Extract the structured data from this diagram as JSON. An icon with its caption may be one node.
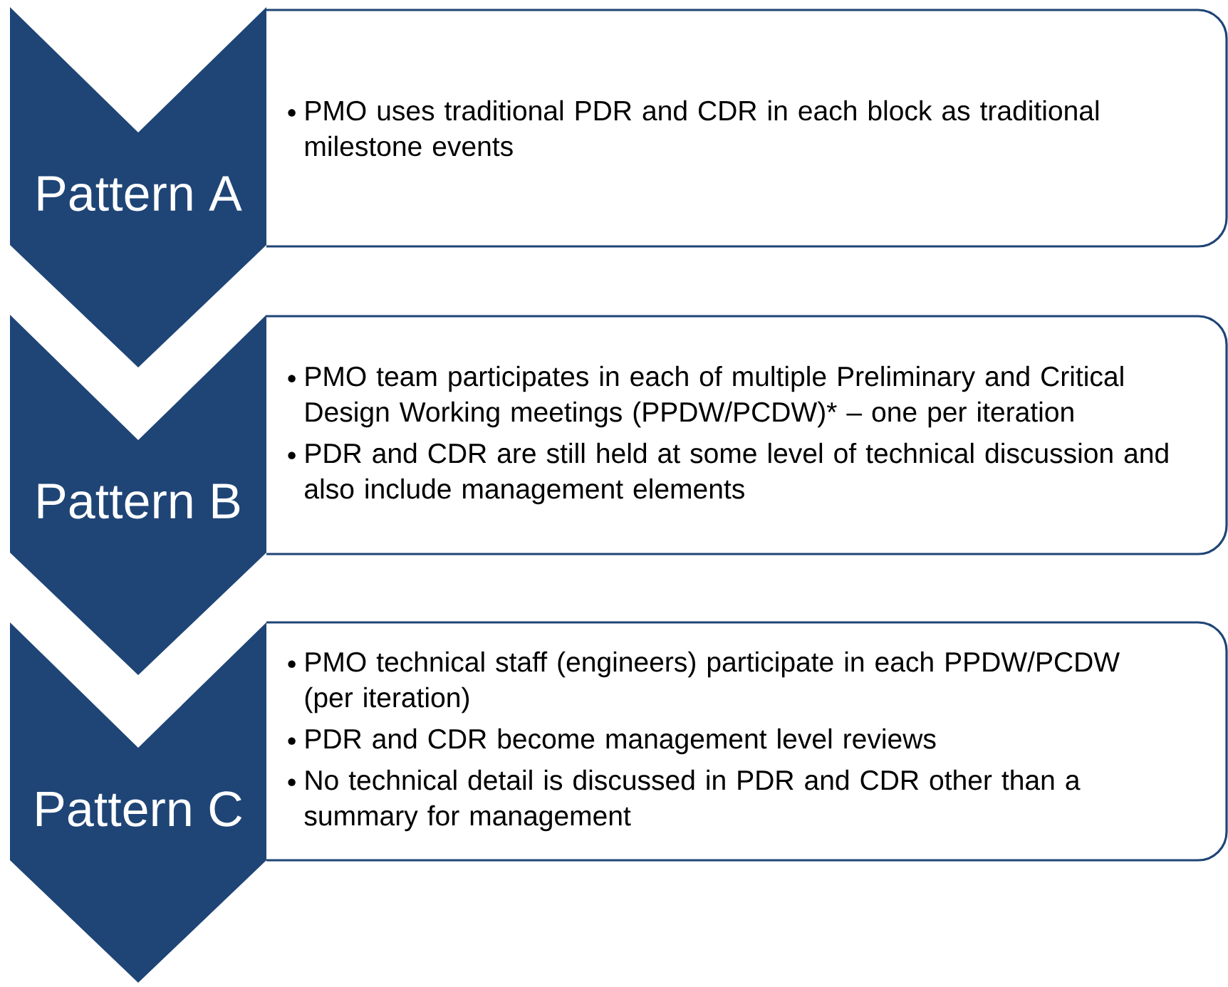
{
  "diagram": {
    "nodes": [
      {
        "text": [
          "Pattern A"
        ]
      },
      {
        "text": [
          "PMO uses traditional PDR and CDR in each block as traditional milestone events"
        ]
      },
      {
        "text": [
          "Pattern B"
        ]
      },
      {
        "text": [
          "PMO team participates in each of multiple Preliminary and Critical Design Working meetings (PPDW/PCDW)* – one per iteration",
          "PDR and CDR are still held at some level of technical discussion and also include management elements"
        ]
      },
      {
        "text": [
          "Pattern C"
        ]
      },
      {
        "text": [
          "PMO technical staff (engineers) participate in each PPDW/PCDW (per iteration)",
          "PDR and CDR become management level reviews",
          "No technical detail is discussed in PDR and CDR other than a summary for management"
        ]
      }
    ],
    "edges": []
  }
}
